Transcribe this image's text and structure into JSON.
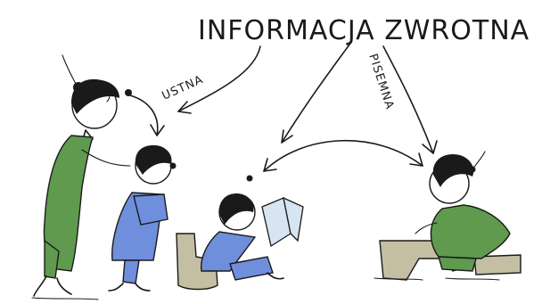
{
  "illustration": {
    "title": "INFORMACJA ZWROTNA",
    "label_oral": "USTNA",
    "label_written": "PISEMNA"
  },
  "colors": {
    "ink": "#1a1a1a",
    "teacher_green": "#5f9a4f",
    "student_blue": "#6f8fdc",
    "stool": "#c4bfa3",
    "book": "#d7e4f1"
  }
}
